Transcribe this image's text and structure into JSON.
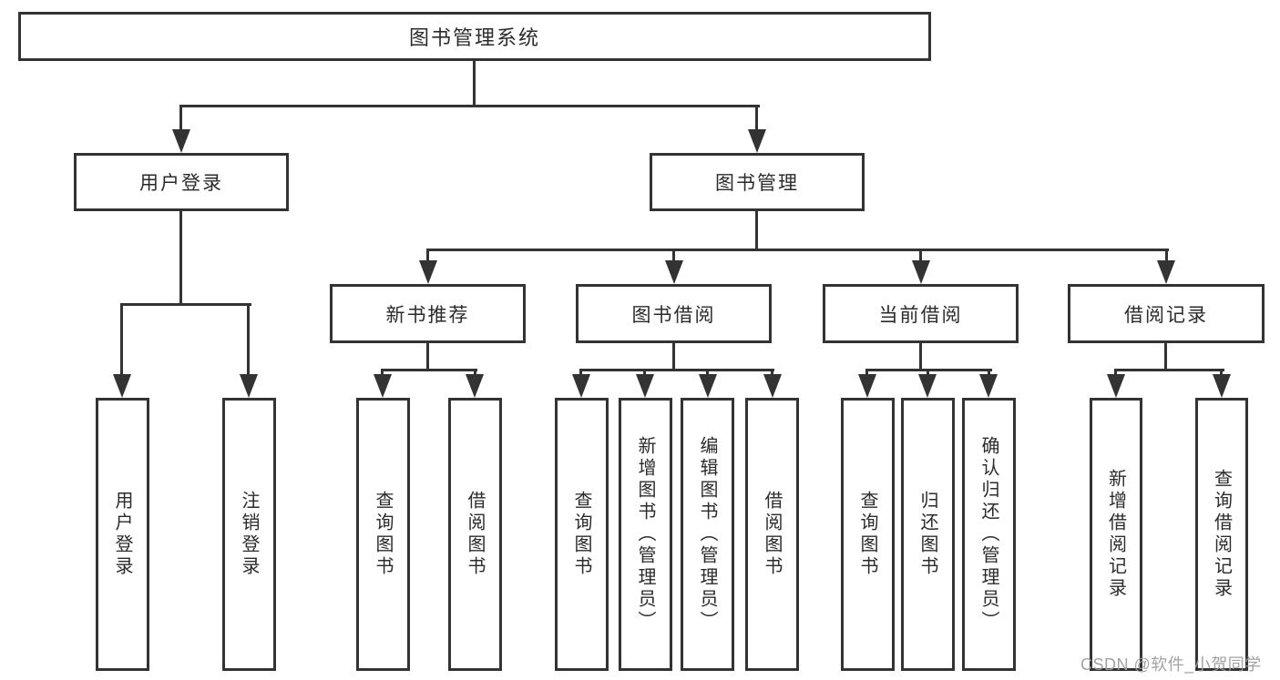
{
  "diagram": {
    "title": "图书管理系统",
    "type": "function-structure-tree"
  },
  "colors": {
    "line": "#333333",
    "box_border": "#333333",
    "box_background": "#ffffff",
    "text": "#2b2b2b",
    "watermark": "#9e9e9e"
  },
  "nodes": {
    "root": {
      "label": "图书管理系统"
    },
    "level2": [
      {
        "label": "用户登录",
        "parent": "图书管理系统"
      },
      {
        "label": "图书管理",
        "parent": "图书管理系统"
      }
    ],
    "level3": [
      {
        "label": "新书推荐",
        "parent": "图书管理"
      },
      {
        "label": "图书借阅",
        "parent": "图书管理"
      },
      {
        "label": "当前借阅",
        "parent": "图书管理"
      },
      {
        "label": "借阅记录",
        "parent": "图书管理"
      }
    ],
    "leaves": [
      {
        "label": "用户登录",
        "parent": "用户登录"
      },
      {
        "label": "注销登录",
        "parent": "用户登录"
      },
      {
        "label": "查询图书",
        "parent": "新书推荐"
      },
      {
        "label": "借阅图书",
        "parent": "新书推荐"
      },
      {
        "label": "查询图书",
        "parent": "图书借阅"
      },
      {
        "label": "新增图书（管理员）",
        "parent": "图书借阅"
      },
      {
        "label": "编辑图书（管理员）",
        "parent": "图书借阅"
      },
      {
        "label": "借阅图书",
        "parent": "图书借阅"
      },
      {
        "label": "查询图书",
        "parent": "当前借阅"
      },
      {
        "label": "归还图书",
        "parent": "当前借阅"
      },
      {
        "label": "确认归还（管理员）",
        "parent": "当前借阅"
      },
      {
        "label": "新增借阅记录",
        "parent": "借阅记录"
      },
      {
        "label": "查询借阅记录",
        "parent": "借阅记录"
      }
    ]
  },
  "watermark": {
    "text": "CSDN @软件_小贺同学"
  }
}
